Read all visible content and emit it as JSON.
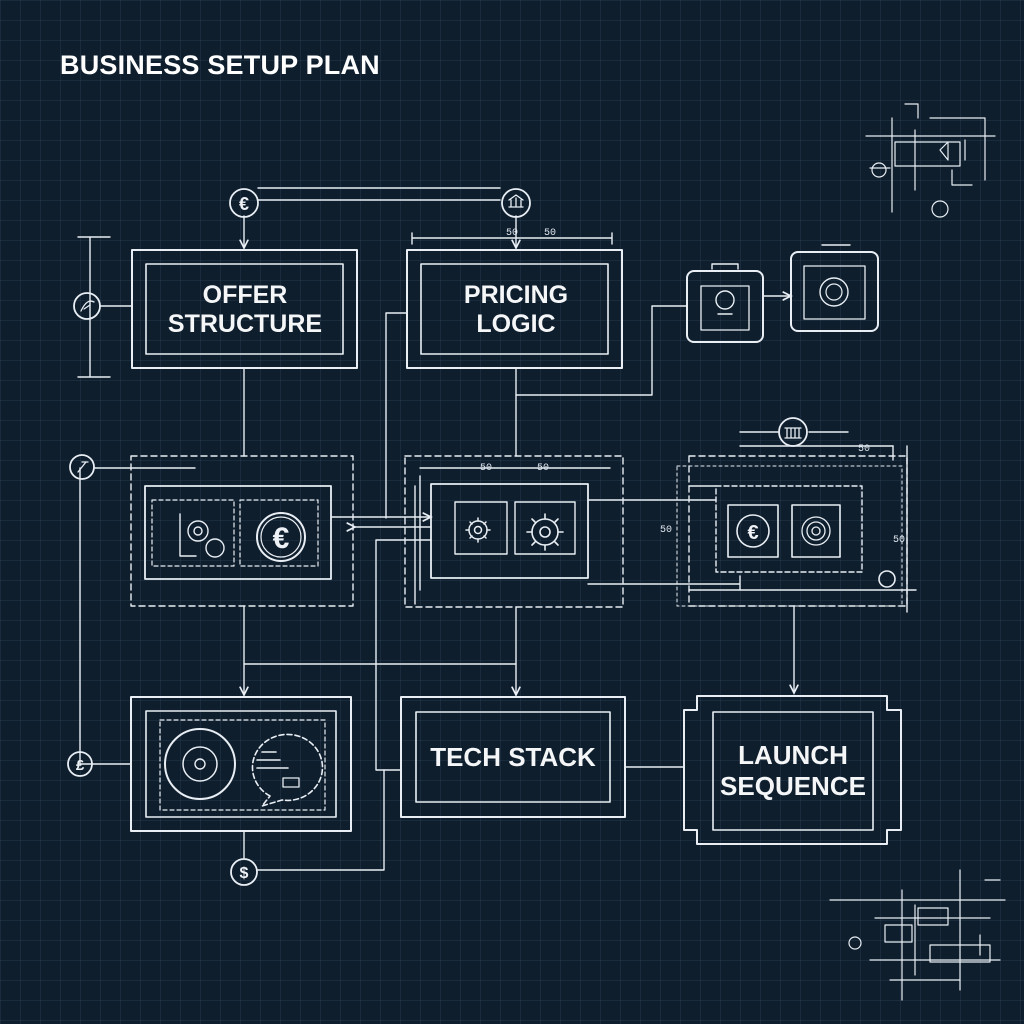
{
  "title": "BUSINESS SETUP PLAN",
  "nodes": {
    "offer": "OFFER\nSTRUCTURE",
    "pricing": "PRICING\nLOGIC",
    "tech": "TECH STACK",
    "launch": "LAUNCH\nSEQUENCE"
  },
  "icons": {
    "euro": "€",
    "pound": "£",
    "dollar": "$"
  },
  "dimension_marks": {
    "pricing_top_left": "50",
    "pricing_top_right": "50",
    "mid_left": "50",
    "mid_right": "50",
    "right_top": "50",
    "right_side_left": "50",
    "right_side_right": "50"
  },
  "colors": {
    "background": "#0f1e2d",
    "line": "#e8eef4",
    "grid": "#2a3c50"
  }
}
